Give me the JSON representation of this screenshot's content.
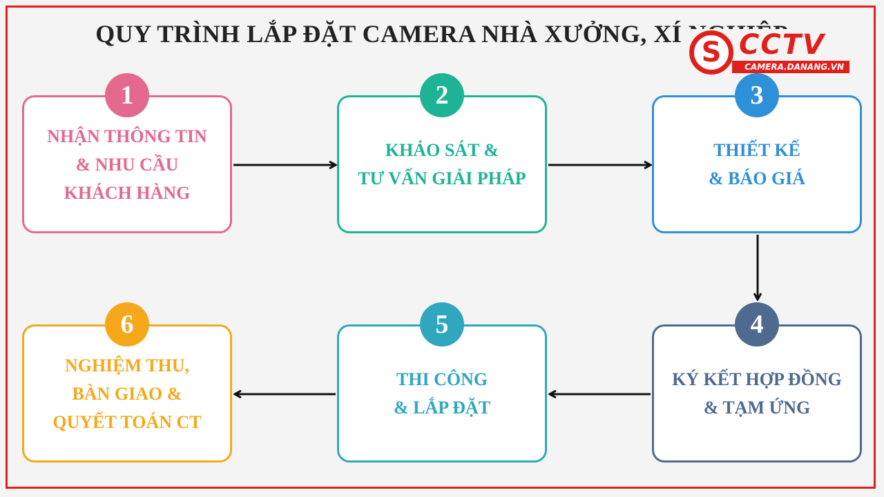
{
  "title": "QUY TRÌNH LẮP ĐẶT CAMERA NHÀ XƯỞNG, XÍ NGHIỆP",
  "logo": {
    "mark": "S",
    "brand": "CCTV",
    "domain": "CAMERA.DANANG.VN"
  },
  "steps": [
    {
      "number": "1",
      "label": "NHẬN THÔNG TIN\n& NHU CẦU\nKHÁCH HÀNG",
      "color": "#e3698f"
    },
    {
      "number": "2",
      "label": "KHẢO SÁT &\nTƯ VẤN GIẢI PHÁP",
      "color": "#1fb396"
    },
    {
      "number": "3",
      "label": "THIẾT KẾ\n& BÁO GIÁ",
      "color": "#2e90d8"
    },
    {
      "number": "4",
      "label": "KÝ KẾT HỢP ĐỒNG\n& TẠM ỨNG",
      "color": "#4e6a8e"
    },
    {
      "number": "5",
      "label": "THI CÔNG\n& LẮP ĐẶT",
      "color": "#2ea7bf"
    },
    {
      "number": "6",
      "label": "NGHIỆM THU,\nBÀN GIAO &\nQUYẾT TOÁN CT",
      "color": "#f5a91a"
    }
  ]
}
